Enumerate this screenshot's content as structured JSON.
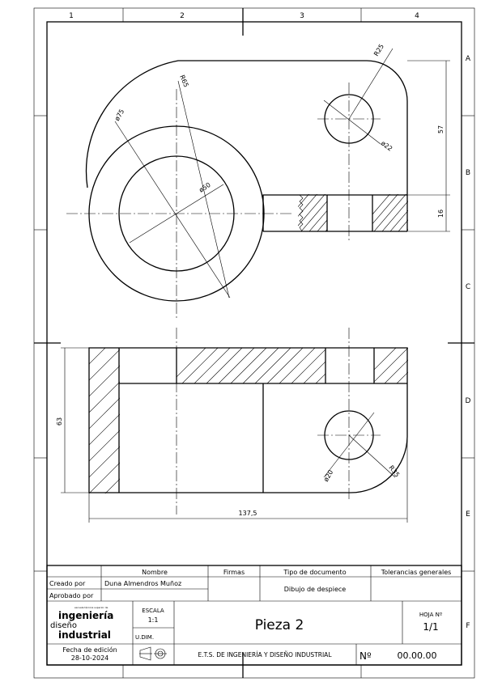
{
  "frame": {
    "column_labels": [
      "1",
      "2",
      "3",
      "4"
    ],
    "row_labels": [
      "A",
      "B",
      "C",
      "D",
      "E",
      "F"
    ]
  },
  "drawing": {
    "top_view_dims": {
      "r65": "R65",
      "d75": "ø75",
      "d50": "ø50",
      "r25": "R25",
      "d22": "ø22",
      "dim57": "57",
      "dim16": "16"
    },
    "front_view_dims": {
      "dim63": "63",
      "dim137": "137,5",
      "d20": "ø20",
      "r35": "R35"
    }
  },
  "title_block": {
    "header": {
      "nombre": "Nombre",
      "firmas": "Firmas",
      "tipo": "Tipo de documento",
      "tolerancias": "Tolerancias generales"
    },
    "creado_label": "Creado por",
    "creado_value": "Duna Almendros Muñoz",
    "aprobado_label": "Aprobado por",
    "tipo_value": "Dibujo de despiece",
    "logo": {
      "tiny": "escuela técnica superior de",
      "line1": "ingeniería",
      "line2": "diseño",
      "line3": "industrial"
    },
    "escala_label": "ESCALA",
    "escala_value": "1:1",
    "udim_label": "U.DIM.",
    "title": "Pieza 2",
    "hoja_label": "HOJA Nº",
    "hoja_value": "1/1",
    "fecha_label": "Fecha de edición",
    "fecha_value": "28-10-2024",
    "school": "E.T.S. DE INGENIERÍA Y DISEÑO INDUSTRIAL",
    "num_label": "Nº",
    "num_value": "00.00.00"
  }
}
